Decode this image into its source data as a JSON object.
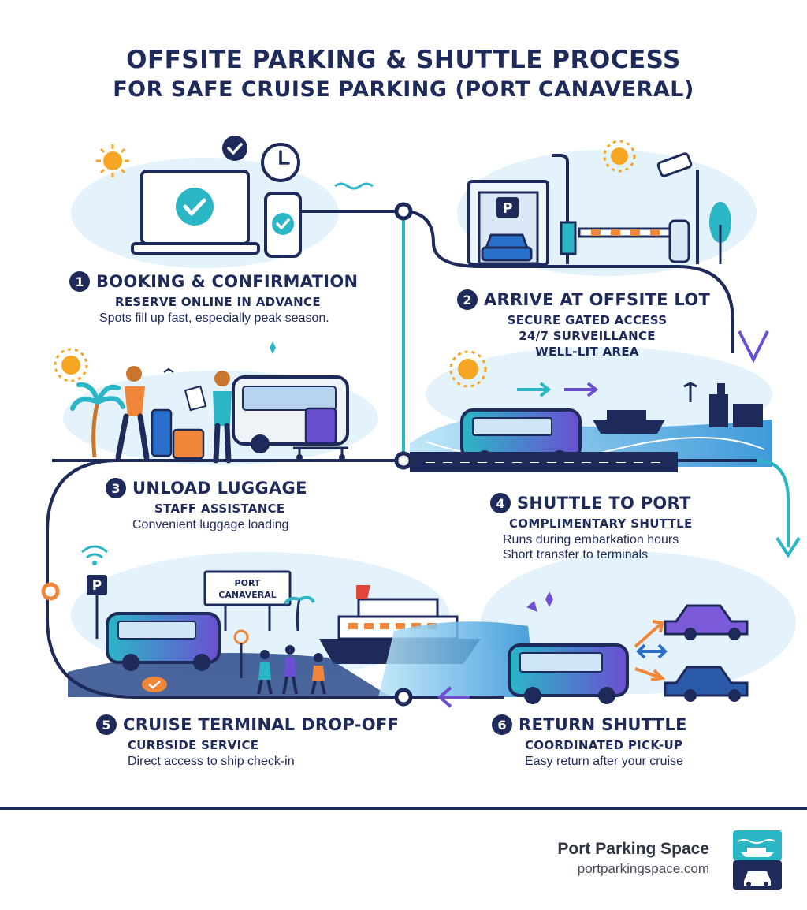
{
  "title": {
    "line1": "OFFSITE PARKING & SHUTTLE PROCESS",
    "line2": "FOR SAFE CRUISE PARKING (PORT CANAVERAL)"
  },
  "steps": [
    {
      "number": "1",
      "title": "BOOKING & CONFIRMATION",
      "subtitle": "RESERVE ONLINE IN ADVANCE",
      "lines": [
        "Spots fill up fast, especially peak season."
      ]
    },
    {
      "number": "2",
      "title": "ARRIVE AT OFFSITE LOT",
      "subtitle": "SECURE GATED ACCESS",
      "lines": [
        "24/7 SURVEILLANCE",
        "WELL-LIT AREA"
      ]
    },
    {
      "number": "3",
      "title": "UNLOAD LUGGAGE",
      "subtitle": "STAFF ASSISTANCE",
      "lines": [
        "Convenient luggage loading"
      ]
    },
    {
      "number": "4",
      "title": "SHUTTLE TO PORT",
      "subtitle": "COMPLIMENTARY SHUTTLE",
      "lines": [
        "Runs during embarkation hours",
        "Short transfer to terminals"
      ]
    },
    {
      "number": "5",
      "title": "CRUISE TERMINAL DROP-OFF",
      "subtitle": "CURBSIDE SERVICE",
      "lines": [
        "Direct access to ship check-in"
      ]
    },
    {
      "number": "6",
      "title": "RETURN SHUTTLE",
      "subtitle": "COORDINATED PICK-UP",
      "lines": [
        "Easy return after your cruise"
      ]
    }
  ],
  "signs": {
    "parking": "P",
    "port_line1": "PORT",
    "port_line2": "CANAVERAL"
  },
  "brand": {
    "name": "Port Parking Space",
    "url": "portparkingspace.com"
  },
  "colors": {
    "navy": "#1e2a5a",
    "teal": "#2bb6c6",
    "purple": "#6b4fd1",
    "orange": "#f0863a",
    "sky": "#dff1fb"
  },
  "icons": [
    "check-icon",
    "clock-icon",
    "sun-icon",
    "camera-icon",
    "bus-icon",
    "ship-icon",
    "car-icon",
    "palm-tree-icon",
    "wifi-icon"
  ]
}
